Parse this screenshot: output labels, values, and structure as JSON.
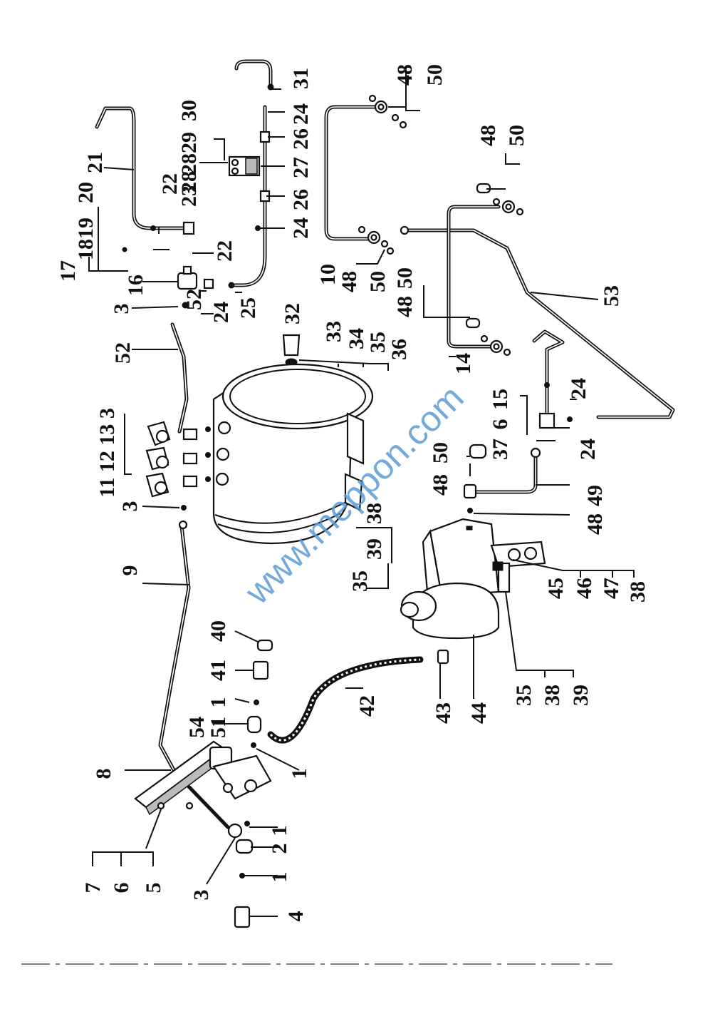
{
  "diagram": {
    "watermark": "www.meppon.com",
    "callouts": [
      {
        "id": "l-31",
        "text": "31"
      },
      {
        "id": "l-24a",
        "text": "24"
      },
      {
        "id": "l-26a",
        "text": "26"
      },
      {
        "id": "l-27",
        "text": "27"
      },
      {
        "id": "l-26b",
        "text": "26"
      },
      {
        "id": "l-24b",
        "text": "24"
      },
      {
        "id": "l-30",
        "text": "30"
      },
      {
        "id": "l-28-29",
        "text": "2829"
      },
      {
        "id": "l-28b",
        "text": "28"
      },
      {
        "id": "l-23",
        "text": "23"
      },
      {
        "id": "l-21",
        "text": "21"
      },
      {
        "id": "l-22a",
        "text": "22"
      },
      {
        "id": "l-22b",
        "text": "22"
      },
      {
        "id": "l-20",
        "text": "20"
      },
      {
        "id": "l-18-19",
        "text": "1819"
      },
      {
        "id": "l-17",
        "text": "17"
      },
      {
        "id": "l-16",
        "text": "16"
      },
      {
        "id": "l-3a",
        "text": "3"
      },
      {
        "id": "l-52a",
        "text": "52"
      },
      {
        "id": "l-24c",
        "text": "24"
      },
      {
        "id": "l-25",
        "text": "25"
      },
      {
        "id": "l-52b",
        "text": "52"
      },
      {
        "id": "l-32",
        "text": "32"
      },
      {
        "id": "l-33",
        "text": "33"
      },
      {
        "id": "l-34",
        "text": "34"
      },
      {
        "id": "l-35a",
        "text": "35"
      },
      {
        "id": "l-36",
        "text": "36"
      },
      {
        "id": "l-48a",
        "text": "48"
      },
      {
        "id": "l-50a",
        "text": "50"
      },
      {
        "id": "l-48b",
        "text": "48"
      },
      {
        "id": "l-50b",
        "text": "50"
      },
      {
        "id": "l-10",
        "text": "10"
      },
      {
        "id": "l-48c",
        "text": "48"
      },
      {
        "id": "l-50c",
        "text": "50"
      },
      {
        "id": "l-48d",
        "text": "48"
      },
      {
        "id": "l-50d",
        "text": "50"
      },
      {
        "id": "l-53",
        "text": "53"
      },
      {
        "id": "l-14",
        "text": "14"
      },
      {
        "id": "l-15",
        "text": "15"
      },
      {
        "id": "l-6a",
        "text": "6"
      },
      {
        "id": "l-37",
        "text": "37"
      },
      {
        "id": "l-24d",
        "text": "24"
      },
      {
        "id": "l-24e",
        "text": "24"
      },
      {
        "id": "l-50e",
        "text": "50"
      },
      {
        "id": "l-48e",
        "text": "48"
      },
      {
        "id": "l-49",
        "text": "49"
      },
      {
        "id": "l-48f",
        "text": "48"
      },
      {
        "id": "l-11-12-13-3",
        "text": "11 12 13 3"
      },
      {
        "id": "l-3b",
        "text": "3"
      },
      {
        "id": "l-38a",
        "text": "38"
      },
      {
        "id": "l-39a",
        "text": "39"
      },
      {
        "id": "l-35b",
        "text": "35"
      },
      {
        "id": "l-9",
        "text": "9"
      },
      {
        "id": "l-45",
        "text": "45"
      },
      {
        "id": "l-46",
        "text": "46"
      },
      {
        "id": "l-47",
        "text": "47"
      },
      {
        "id": "l-38b",
        "text": "38"
      },
      {
        "id": "l-40",
        "text": "40"
      },
      {
        "id": "l-41",
        "text": "41"
      },
      {
        "id": "l-1a",
        "text": "1"
      },
      {
        "id": "l-51",
        "text": "51"
      },
      {
        "id": "l-54",
        "text": "54"
      },
      {
        "id": "l-42",
        "text": "42"
      },
      {
        "id": "l-43",
        "text": "43"
      },
      {
        "id": "l-44",
        "text": "44"
      },
      {
        "id": "l-35c",
        "text": "35"
      },
      {
        "id": "l-38c",
        "text": "38"
      },
      {
        "id": "l-39b",
        "text": "39"
      },
      {
        "id": "l-8",
        "text": "8"
      },
      {
        "id": "l-1b",
        "text": "1"
      },
      {
        "id": "l-7",
        "text": "7"
      },
      {
        "id": "l-6b",
        "text": "6"
      },
      {
        "id": "l-5",
        "text": "5"
      },
      {
        "id": "l-3c",
        "text": "3"
      },
      {
        "id": "l-1c",
        "text": "1"
      },
      {
        "id": "l-2",
        "text": "2"
      },
      {
        "id": "l-1d",
        "text": "1"
      },
      {
        "id": "l-4",
        "text": "4"
      }
    ]
  }
}
